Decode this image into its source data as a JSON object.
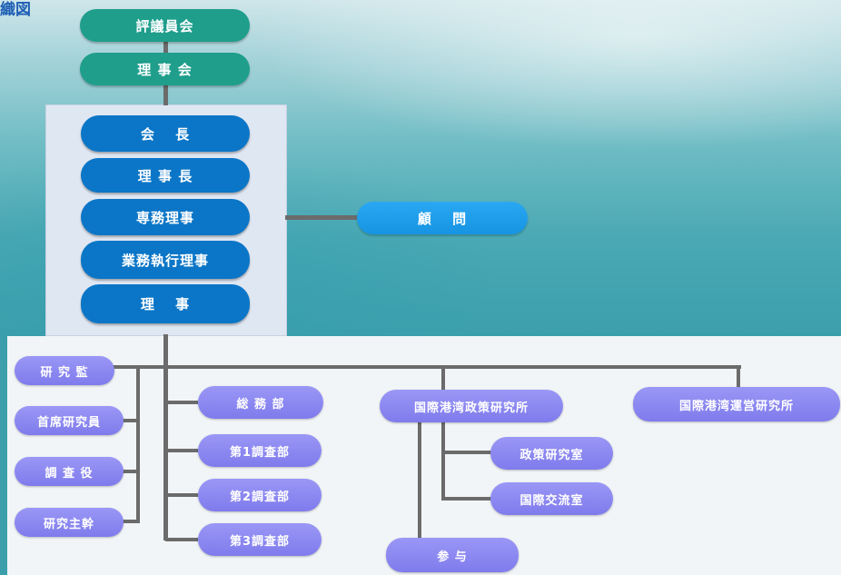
{
  "page_title": "織図",
  "board": {
    "councillors": "評議員会",
    "directors_board": "理 事 会"
  },
  "executives": {
    "chairman": "会　 長",
    "president": "理 事 長",
    "managing_director": "専務理事",
    "executive_director": "業務執行理事",
    "director": "理　 事"
  },
  "advisor": "顧　 問",
  "staff": [
    "研 究 監",
    "首席研究員",
    "調 査 役",
    "研究主幹"
  ],
  "departments": [
    "総 務 部",
    "第1調査部",
    "第2調査部",
    "第3調査部"
  ],
  "policy_institute": {
    "name": "国際港湾政策研究所",
    "offices": [
      "政策研究室",
      "国際交流室"
    ],
    "counselor": "参 与"
  },
  "operations_institute": {
    "name": "国際港湾運営研究所"
  },
  "colors": {
    "board": "#1f9e8c",
    "executive": "#0b76c7",
    "advisor": "#1694e3",
    "organization": "#8784f0",
    "connector": "#6b6b6b"
  }
}
